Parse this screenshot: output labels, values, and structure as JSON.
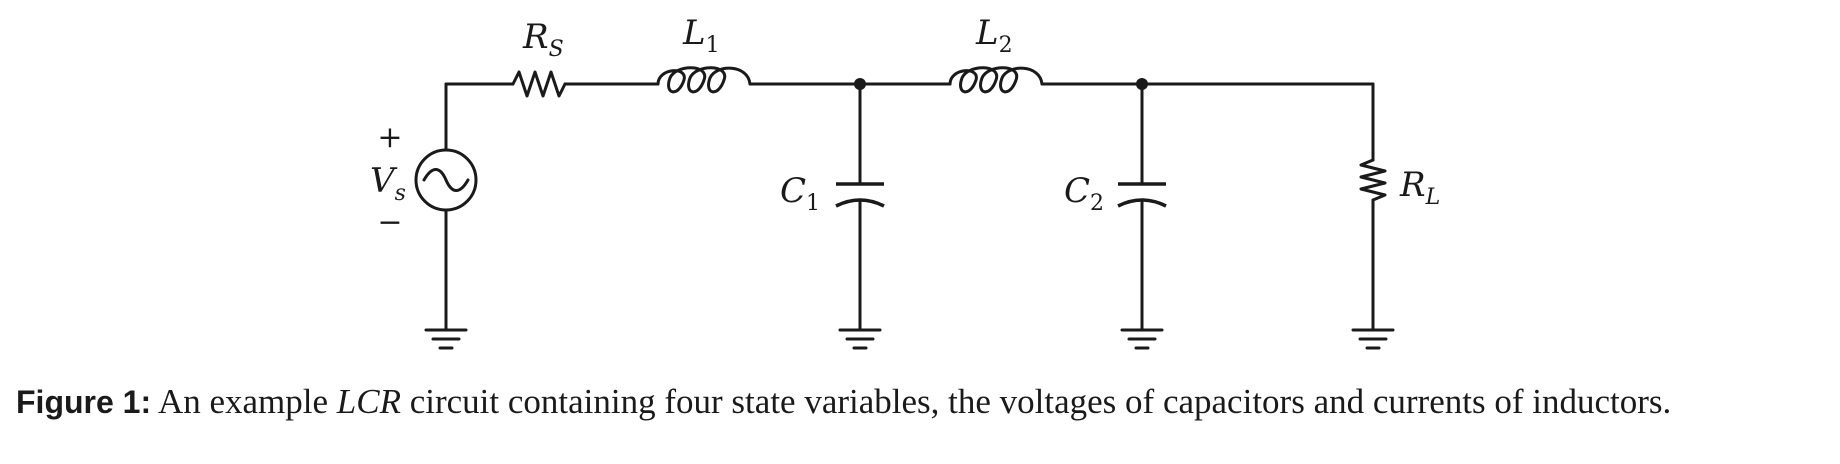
{
  "components": {
    "source": {
      "symbol": "V",
      "subscript": "s",
      "plus": "+",
      "minus": "−"
    },
    "rs": {
      "symbol": "R",
      "subscript": "S"
    },
    "l1": {
      "symbol": "L",
      "subscript": "1"
    },
    "c1": {
      "symbol": "C",
      "subscript": "1"
    },
    "l2": {
      "symbol": "L",
      "subscript": "2"
    },
    "c2": {
      "symbol": "C",
      "subscript": "2"
    },
    "rl": {
      "symbol": "R",
      "subscript": "L"
    }
  },
  "caption": {
    "label": "Figure 1:",
    "text_before": "An example",
    "emph": "LCR",
    "text_after": "circuit containing four state variables, the voltages of capacitors and currents of inductors."
  }
}
